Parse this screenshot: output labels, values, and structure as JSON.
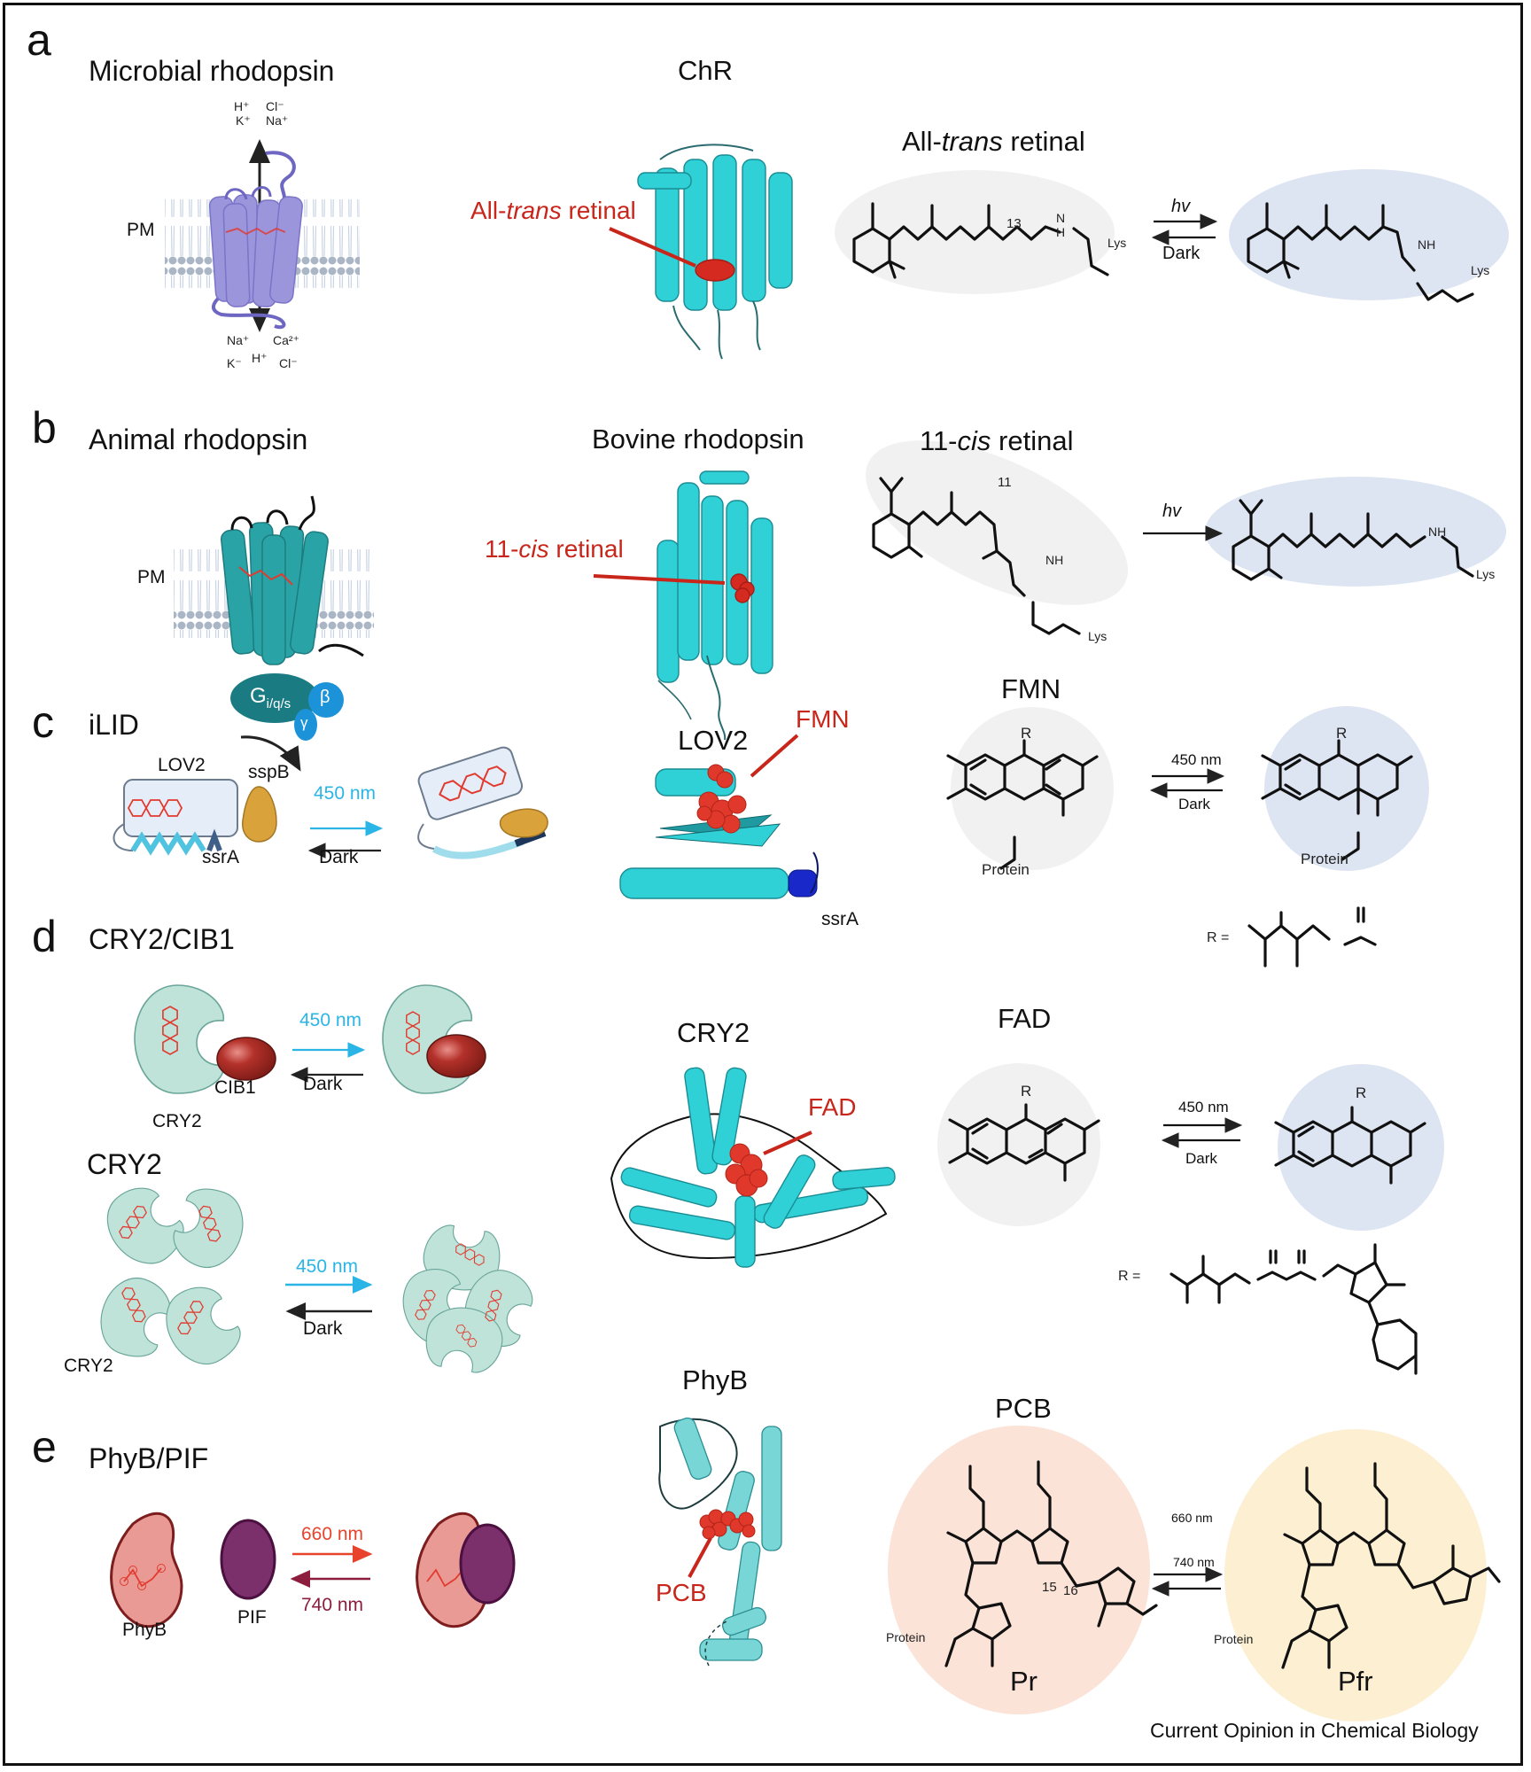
{
  "figure": {
    "footer": "Current Opinion in Chemical Biology",
    "colors": {
      "frame": "#111111",
      "ground_state_bg": "#f1f1f1",
      "lit_state_bg": "#dde4f2",
      "pr_bg": "#fbe3d8",
      "pfr_bg": "#fcefd2",
      "helix_cyan": "#2fd0d6",
      "chromophore_red": "#d42a1f",
      "blue_light": "#2bb5e6",
      "red_light": "#e8432c",
      "far_red_light": "#8c1d3c",
      "cry2_fill": "#bfe3d9",
      "cib1_fill": "#b3312a",
      "phyb_fill": "#e99a95",
      "pif_fill": "#7b2f6b",
      "microbial_rhodopsin": "#9b95dc",
      "animal_rhodopsin": "#2aa3a6",
      "sspB": "#d9a23b"
    }
  },
  "panels": {
    "a": {
      "letter": "a",
      "title": "Microbial rhodopsin",
      "membrane_label": "PM",
      "ions_top": [
        "H⁺",
        "Cl⁻",
        "K⁺",
        "Na⁺"
      ],
      "ions_bottom": [
        "Na⁺",
        "Ca²⁺",
        "K⁻",
        "H⁺",
        "Cl⁻"
      ],
      "structure_title": "ChR",
      "structure_callout_prefix": "All-",
      "structure_callout_italic": "trans",
      "structure_callout_suffix": " retinal",
      "chem_title_prefix": "All-",
      "chem_title_italic": "trans",
      "chem_title_suffix": " retinal",
      "carbon_label": "13",
      "forward": "hv",
      "reverse": "Dark",
      "lys": "Lys",
      "nh_left": "N",
      "nh_left_h": "H",
      "nh_right": "NH"
    },
    "b": {
      "letter": "b",
      "title": "Animal rhodopsin",
      "membrane_label": "PM",
      "g_protein": "G",
      "g_protein_sub": "i/q/s",
      "beta": "β",
      "gamma": "γ",
      "structure_title": "Bovine rhodopsin",
      "structure_callout_prefix": "11-",
      "structure_callout_italic": "cis",
      "structure_callout_suffix": " retinal",
      "chem_title_prefix": "11-",
      "chem_title_italic": "cis",
      "chem_title_suffix": " retinal",
      "carbon_label": "11",
      "forward": "hv",
      "lys": "Lys",
      "nh": "NH"
    },
    "c": {
      "letter": "c",
      "title": "iLID",
      "lov2_label": "LOV2",
      "sspb_label": "sspB",
      "ssra_label": "ssrA",
      "forward": "450 nm",
      "reverse": "Dark",
      "structure_title": "LOV2",
      "structure_callout": "FMN",
      "structure_ssra": "ssrA",
      "chem_title": "FMN",
      "chem_forward": "450 nm",
      "chem_reverse": "Dark",
      "protein": "Protein",
      "r_equals": "R ="
    },
    "d": {
      "letter": "d",
      "title": "CRY2/CIB1",
      "cib1_label": "CIB1",
      "cry2_label": "CRY2",
      "forward": "450 nm",
      "reverse": "Dark",
      "oligo_title": "CRY2",
      "oligo_label": "CRY2",
      "oligo_forward": "450 nm",
      "oligo_reverse": "Dark",
      "structure_title": "CRY2",
      "structure_callout": "FAD",
      "chem_title": "FAD",
      "chem_forward": "450 nm",
      "chem_reverse": "Dark",
      "r_equals": "R ="
    },
    "e": {
      "letter": "e",
      "title": "PhyB/PIF",
      "phyb_label": "PhyB",
      "pif_label": "PIF",
      "forward": "660 nm",
      "reverse": "740 nm",
      "structure_title": "PhyB",
      "structure_callout": "PCB",
      "chem_title": "PCB",
      "chem_forward": "660 nm",
      "chem_reverse": "740 nm",
      "state_left": "Pr",
      "state_right": "Pfr",
      "carbon_labels": [
        "15",
        "16"
      ],
      "protein": "Protein"
    }
  }
}
